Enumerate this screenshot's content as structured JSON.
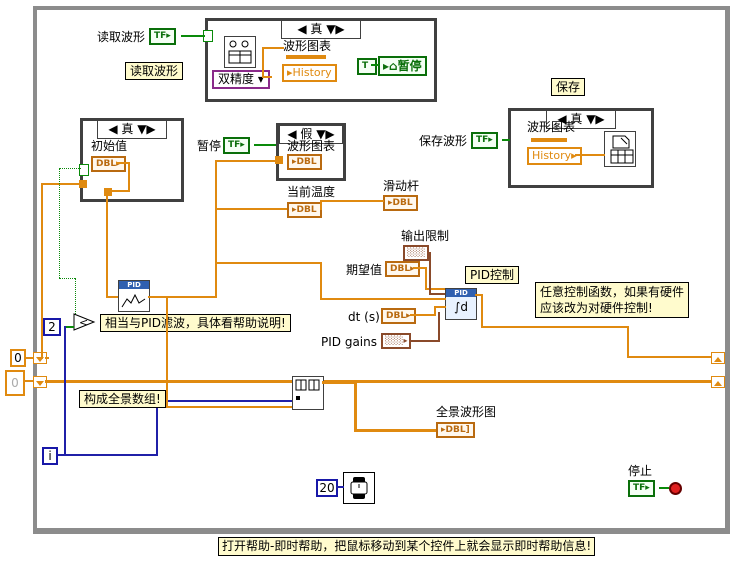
{
  "loop": {
    "read_wave_label": "读取波形",
    "read_wave_comment": "读取波形",
    "case_true_top": "真",
    "waveform_chart_label": "波形图表",
    "history_label": "History",
    "double_label": "双精度",
    "pause_local": "暂停",
    "init_case": "真",
    "init_value_label": "初始值",
    "pause_label": "暂停",
    "false_case": "假",
    "waveform_chart_label2": "波形图表",
    "current_temp_label": "当前温度",
    "slider_label": "滑动杆",
    "save_label": "保存",
    "save_wave_label": "保存波形",
    "save_case": "真",
    "waveform_chart_label3": "波形图表",
    "history_label2": "History",
    "output_limit_label": "输出限制",
    "setpoint_label": "期望值",
    "pid_control_label": "PID控制",
    "dt_label": "dt (s)",
    "pid_gains_label": "PID gains",
    "comment_any_control": "任意控制函数，如果有硬件\n应该改为对硬件控制!",
    "comment_pid_filter": "相当与PID滤波，具体看帮助说明!",
    "comment_build_array": "构成全景数组!",
    "panorama_label": "全景波形图",
    "stop_label": "停止",
    "const_2": "2",
    "const_0": "0",
    "const_0_gray": "0",
    "const_20": "20",
    "iter_label": "i",
    "tf": "TF",
    "dbl": "DBL",
    "cluster": "░░░",
    "pid_hdr": "PID"
  },
  "notice": "打开帮助-即时帮助，把鼠标移动到某个控件上就会显示即时帮助信息!",
  "colors": {
    "wire_orange": "#e08a10",
    "wire_blue": "#2020a8",
    "wire_green": "#0a8a0a",
    "loop_gray": "#8c8c8c"
  }
}
